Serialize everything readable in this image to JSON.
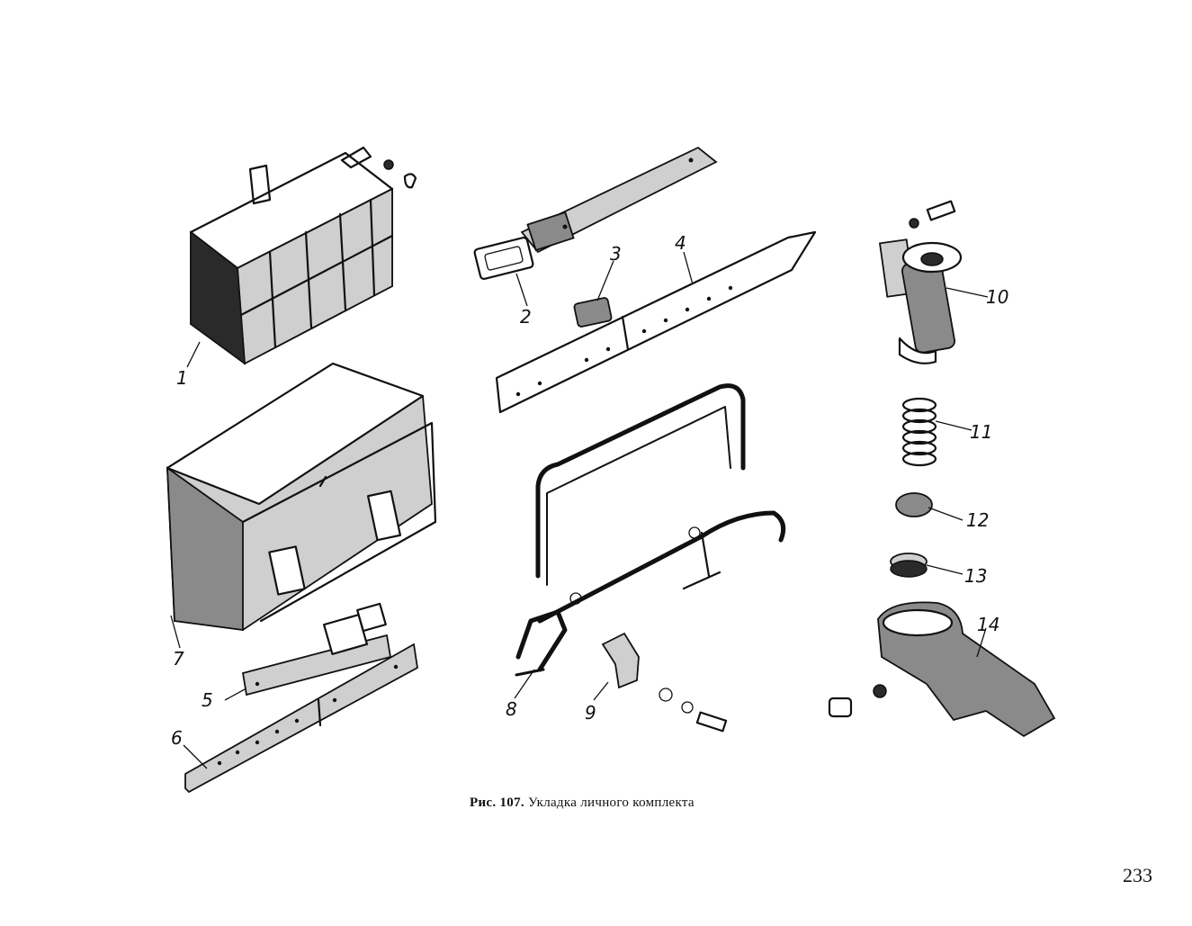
{
  "figure": {
    "caption_prefix": "Рис.",
    "caption_number": "107.",
    "caption_text": "Укладка личного комплекта",
    "page_number": "233"
  },
  "part_labels": [
    "1",
    "2",
    "3",
    "4",
    "5",
    "6",
    "7",
    "8",
    "9",
    "10",
    "11",
    "12",
    "13",
    "14"
  ]
}
